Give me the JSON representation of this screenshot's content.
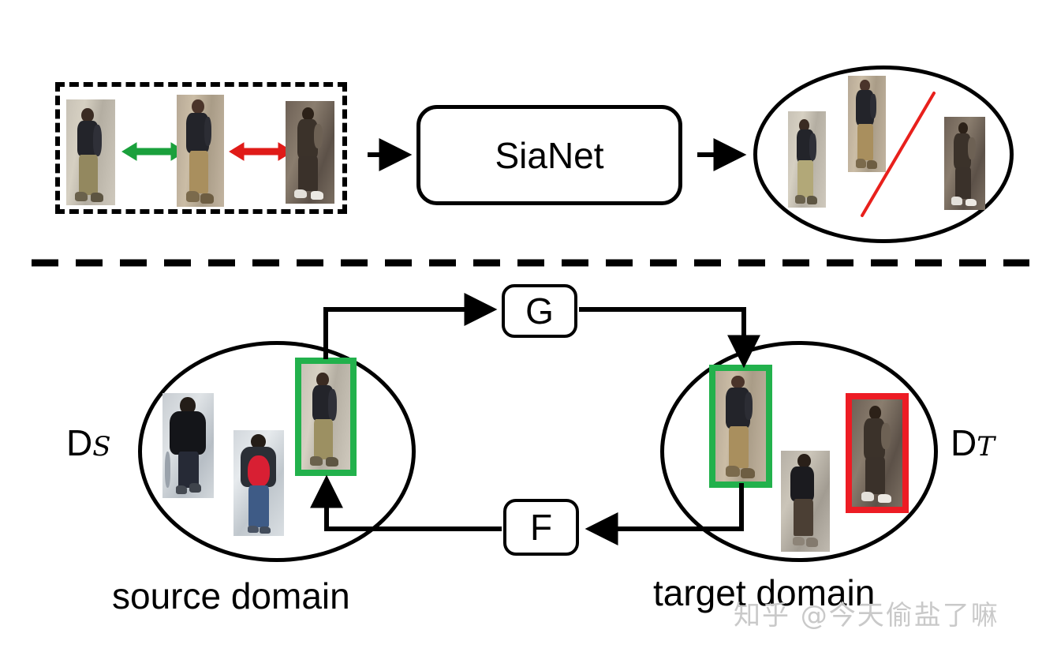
{
  "figure": {
    "title": "SiaNet domain adaptation person re-identification pipeline",
    "background": "#ffffff"
  },
  "colors": {
    "positive_arrow": "#1aa03c",
    "negative_arrow": "#e01b18",
    "separator_line": "#e8201c",
    "highlight_positive": "#22b14c",
    "highlight_negative": "#ed1c24",
    "stroke": "#000000",
    "watermark": "#c9c9c9"
  },
  "top_section": {
    "input_group": {
      "name": "dashed input triplet",
      "style": "dashed",
      "samples": [
        {
          "id": "anchor",
          "desc": "person in dark jacket and khaki trousers walking left"
        },
        {
          "id": "positive",
          "desc": "same person, cropped upper-body view with khaki trousers"
        },
        {
          "id": "negative",
          "desc": "different person in dark dress with white sneakers"
        }
      ],
      "relations": [
        {
          "between": [
            "anchor",
            "positive"
          ],
          "kind": "similar",
          "color": "#1aa03c",
          "glyph": "double-arrow"
        },
        {
          "between": [
            "positive",
            "negative"
          ],
          "kind": "dissimilar",
          "color": "#e01b18",
          "glyph": "double-arrow"
        }
      ]
    },
    "network": {
      "label": "SiaNet"
    },
    "arrows": {
      "input_to_network": "right-arrow",
      "network_to_output": "right-arrow"
    },
    "output_group": {
      "name": "embedding space ellipse",
      "shape": "ellipse",
      "divider": {
        "kind": "decision-boundary-line",
        "color": "#e8201c"
      },
      "samples": [
        {
          "id": "anchor",
          "desc": "person in dark jacket and khaki trousers"
        },
        {
          "id": "positive",
          "desc": "same person cropped upper-body"
        },
        {
          "id": "negative",
          "desc": "different person in dark dress, right of boundary"
        }
      ]
    }
  },
  "separator": {
    "kind": "horizontal-dashed-divider"
  },
  "bottom_section": {
    "source": {
      "symbol_main": "D",
      "symbol_sub": "S",
      "caption": "source domain",
      "shape": "ellipse",
      "samples": [
        {
          "id": "src-1",
          "desc": "person in black coat with cane walking toward camera",
          "highlight": "none"
        },
        {
          "id": "src-2",
          "desc": "person with red backpack walking away",
          "highlight": "none"
        },
        {
          "id": "src-3",
          "desc": "person in dark jacket and khaki trousers",
          "highlight": "green"
        }
      ]
    },
    "target": {
      "symbol_main": "D",
      "symbol_sub": "T",
      "caption": "target domain",
      "shape": "ellipse",
      "samples": [
        {
          "id": "tgt-1",
          "desc": "person in black top and shorts with boots",
          "highlight": "green"
        },
        {
          "id": "tgt-2",
          "desc": "person in black tee and brown shorts",
          "highlight": "none"
        },
        {
          "id": "tgt-3",
          "desc": "person in dark dress with white sneakers",
          "highlight": "red"
        }
      ]
    },
    "mappings": [
      {
        "label": "G",
        "direction": "source-to-target",
        "position": "top"
      },
      {
        "label": "F",
        "direction": "target-to-source",
        "position": "bottom"
      }
    ]
  },
  "watermark": {
    "text": "知乎 @今天偷盐了嘛"
  }
}
